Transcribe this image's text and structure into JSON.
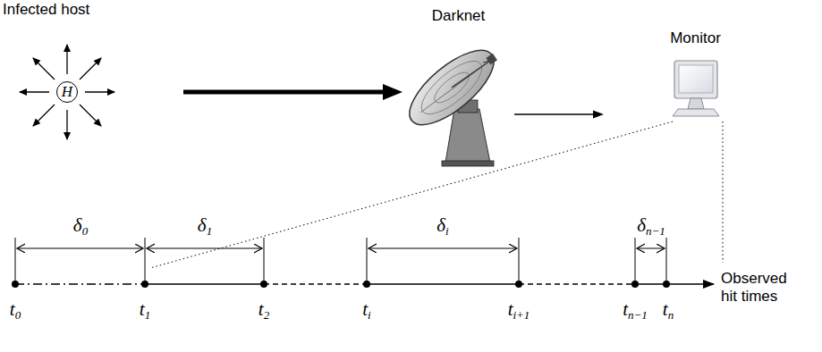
{
  "diagram": {
    "nodes": [
      {
        "text": [
          "Infected host",
          "H"
        ]
      },
      {
        "text": [
          "Darknet"
        ]
      },
      {
        "text": [
          "Monitor"
        ]
      }
    ],
    "edges": [
      {
        "from": 0,
        "to": 1,
        "arrow": "to"
      },
      {
        "from": 1,
        "to": 2,
        "arrow": "to"
      }
    ],
    "labels": [
      "δ0",
      "δ1",
      "δi",
      "δn−1",
      "t0",
      "t1",
      "t2",
      "ti",
      "ti+1",
      "tn−1",
      "tn",
      "Observed hit times"
    ]
  }
}
